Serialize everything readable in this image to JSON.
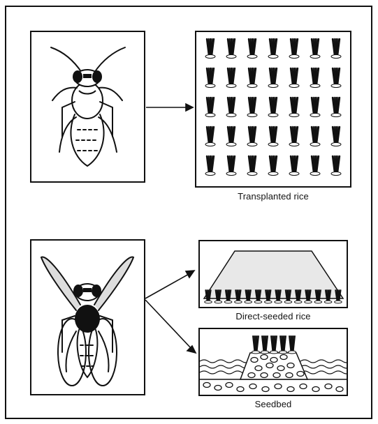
{
  "captions": {
    "transplanted": "Transplanted rice",
    "direct_seeded": "Direct-seeded rice",
    "seedbed": "Seedbed"
  },
  "colors": {
    "ink": "#111111",
    "paper": "#ffffff"
  },
  "icons": {
    "insect_top": "wingless-insect-icon",
    "insect_bottom": "winged-insect-icon",
    "rice_plant": "rice-plant-icon"
  }
}
